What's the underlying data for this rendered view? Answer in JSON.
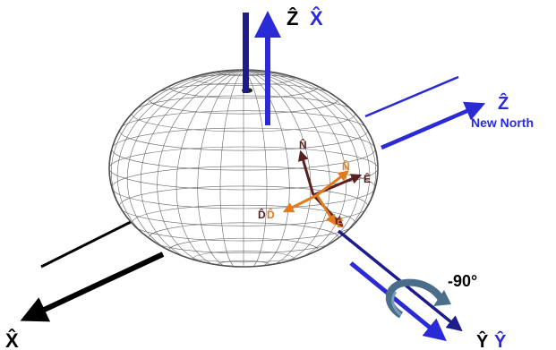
{
  "labels": {
    "z_axis": "Ẑ",
    "x_hat_blue_top": "X̂",
    "new_z": "Ẑ",
    "new_north": "New North",
    "rotation": "-90°",
    "y_axis": "Ŷ",
    "y_hat_blue": "Ŷ",
    "x_axis": "X̂",
    "n_dark": "N̂",
    "n_orange": "N̂",
    "e_dark": "Ê",
    "e_orange": "Ê",
    "d_dark": "D̂",
    "d_orange": "D̂"
  },
  "colors": {
    "black": "#000000",
    "blue": "#2a2ad6",
    "dark_blue": "#1c1c8c",
    "brown": "#5a2020",
    "orange": "#e07a1c",
    "mesh": "#555555",
    "rotation_arrow": "#4a6e8a"
  }
}
